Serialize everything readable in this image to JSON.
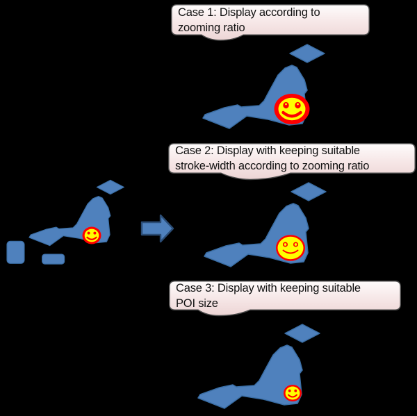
{
  "figure": {
    "description_icons": {
      "source_poi_icon": "smiley-face-poi",
      "arrow_icon": "right-block-arrow",
      "map_icon": "japan-map-outline"
    }
  },
  "cases": [
    {
      "name": "Case 1",
      "line1": "Case 1: Display according to",
      "line2": "zooming ratio",
      "poi_icon": "smiley-face-poi-large"
    },
    {
      "name": "Case 2",
      "line1": "Case 2: Display with keeping suitable",
      "line2": "stroke-width according to zooming ratio",
      "poi_icon": "smiley-face-poi-thin-stroke"
    },
    {
      "name": "Case 3",
      "line1": "Case 3: Display with keeping suitable",
      "line2": "POI size",
      "poi_icon": "smiley-face-poi-small"
    }
  ],
  "colors": {
    "background": "#000000",
    "map_fill": "#4F81BD",
    "map_stroke": "#3A6EA5",
    "arrow_fill": "#4F81BD",
    "arrow_stroke": "#2B4D76",
    "poi_ring": "#FF0000",
    "poi_face": "#FFFF00",
    "callout_border": "#4A4A4A",
    "callout_top": "#FEFCFC",
    "callout_mid": "#F7E9E9",
    "callout_bottom": "#EDD5D5",
    "text": "#111111"
  }
}
